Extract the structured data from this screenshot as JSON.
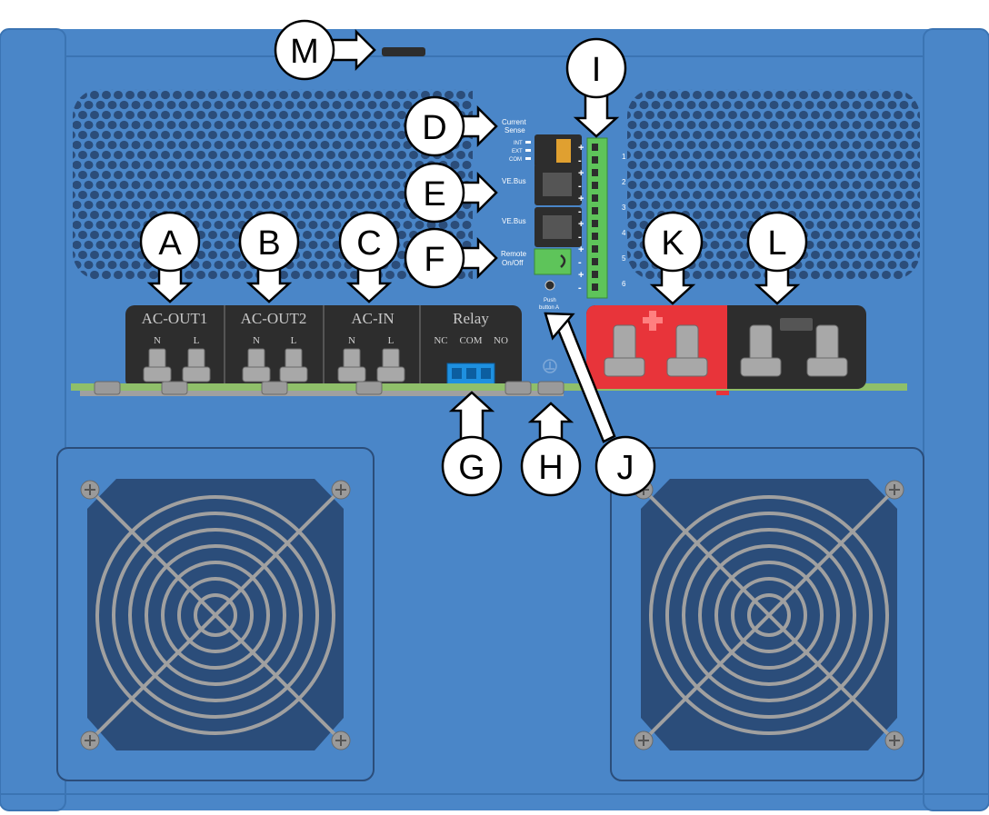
{
  "panels": {
    "ac_out1": "AC-OUT1",
    "ac_out2": "AC-OUT2",
    "ac_in": "AC-IN",
    "relay": "Relay",
    "n": "N",
    "l": "L",
    "nc": "NC",
    "com": "COM",
    "no": "NO"
  },
  "ports": {
    "current_sense_1": "Current",
    "current_sense_2": "Sense",
    "int": "INT",
    "ext": "EXT",
    "com": "COM",
    "vebus_1": "VE.Bus",
    "vebus_2": "VE.Bus",
    "remote_1": "Remote",
    "remote_2": "On/Off",
    "push_1": "Push",
    "push_2": "button A"
  },
  "terminals": {
    "numbers": [
      "1",
      "2",
      "3",
      "4",
      "5",
      "6"
    ],
    "plus": "+",
    "minus": "-"
  },
  "callouts": {
    "A": "A",
    "B": "B",
    "C": "C",
    "D": "D",
    "E": "E",
    "F": "F",
    "G": "G",
    "H": "H",
    "I": "I",
    "J": "J",
    "K": "K",
    "L": "L",
    "M": "M"
  },
  "colors": {
    "body": "#4a86c8",
    "body_dark": "#3b74b3",
    "vent": "#2b4d7a",
    "panel": "#2d2d2d",
    "red": "#e8343a",
    "green": "#5ec45a",
    "fan": "#2b4d7a"
  }
}
